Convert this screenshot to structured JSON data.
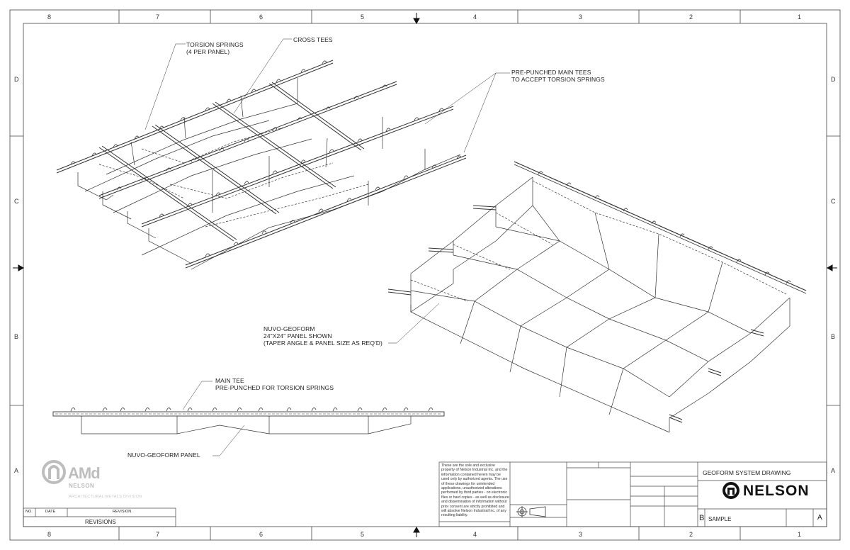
{
  "zones": {
    "columns": [
      "8",
      "7",
      "6",
      "5",
      "4",
      "3",
      "2",
      "1"
    ],
    "rows": [
      "D",
      "C",
      "B",
      "A"
    ]
  },
  "callouts": {
    "torsion_springs": "TORSION SPRINGS",
    "torsion_springs_sub": "(4 PER PANEL)",
    "cross_tees": "CROSS TEES",
    "prepunched_main_tees": "PRE-PUNCHED MAIN TEES",
    "prepunched_main_tees_sub": "TO ACCEPT TORSION SPRINGS",
    "nuvo_geoform": "NUVO-GEOFORM",
    "panel_shown": "24\"X24\" PANEL SHOWN",
    "taper_note": "(TAPER ANGLE & PANEL SIZE AS REQ'D)",
    "main_tee": "MAIN TEE",
    "main_tee_sub": "PRE-PUNCHED FOR TORSION SPRINGS",
    "nuvo_geoform_panel": "NUVO-GEOFORM PANEL"
  },
  "logo": {
    "mark": "AMd",
    "company": "NELSON",
    "division": "ARCHITECTURAL METALS DIVISION"
  },
  "revisions": {
    "col_no": "NO.",
    "col_date": "DATE",
    "col_revision": "REVISION",
    "title": "REVISIONS"
  },
  "title_block": {
    "proprietary_note": "These are the sole and exclusive property of Nelson Industrial Inc. and the information contained herein may be used only by authorized agents. The use of these drawings for unintended applications, unauthorized alterations performed by third parties - on electronic files or hard copies - as well as disclosure and dissemination of information without prior consent are strictly prohibited and will absolve Nelson Industrial Inc. of any resulting liability.",
    "drawing_title": "GEOFORM SYSTEM DRAWING",
    "brand": "NELSON",
    "size": "B",
    "dwg_no": "SAMPLE",
    "rev": "A"
  },
  "colors": {
    "line": "#333333",
    "logo_gray": "#bdbdbd"
  }
}
